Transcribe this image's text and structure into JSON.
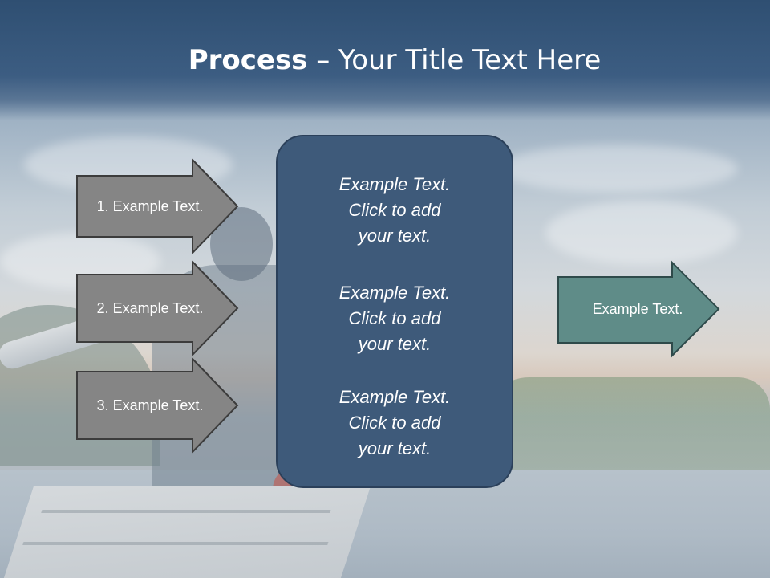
{
  "title": {
    "bold_part": "Process",
    "rest_part": " – Your Title Text Here"
  },
  "steps": [
    {
      "label": "1. Example Text."
    },
    {
      "label": "2. Example Text."
    },
    {
      "label": "3. Example Text."
    }
  ],
  "center_box": {
    "paragraphs": [
      {
        "lines": [
          "Example Text.",
          "Click  to add",
          "your text."
        ]
      },
      {
        "lines": [
          "Example Text.",
          "Click  to add",
          "your text."
        ]
      },
      {
        "lines": [
          "Example Text.",
          "Click  to add",
          "your text."
        ]
      }
    ]
  },
  "result": {
    "label": "Example Text."
  },
  "colors": {
    "title_band": "#34557a",
    "step_arrow_fill": "#858585",
    "step_arrow_stroke": "#3c3c3c",
    "center_box_fill": "#3e5a7a",
    "result_arrow_fill": "#5f8c88"
  }
}
